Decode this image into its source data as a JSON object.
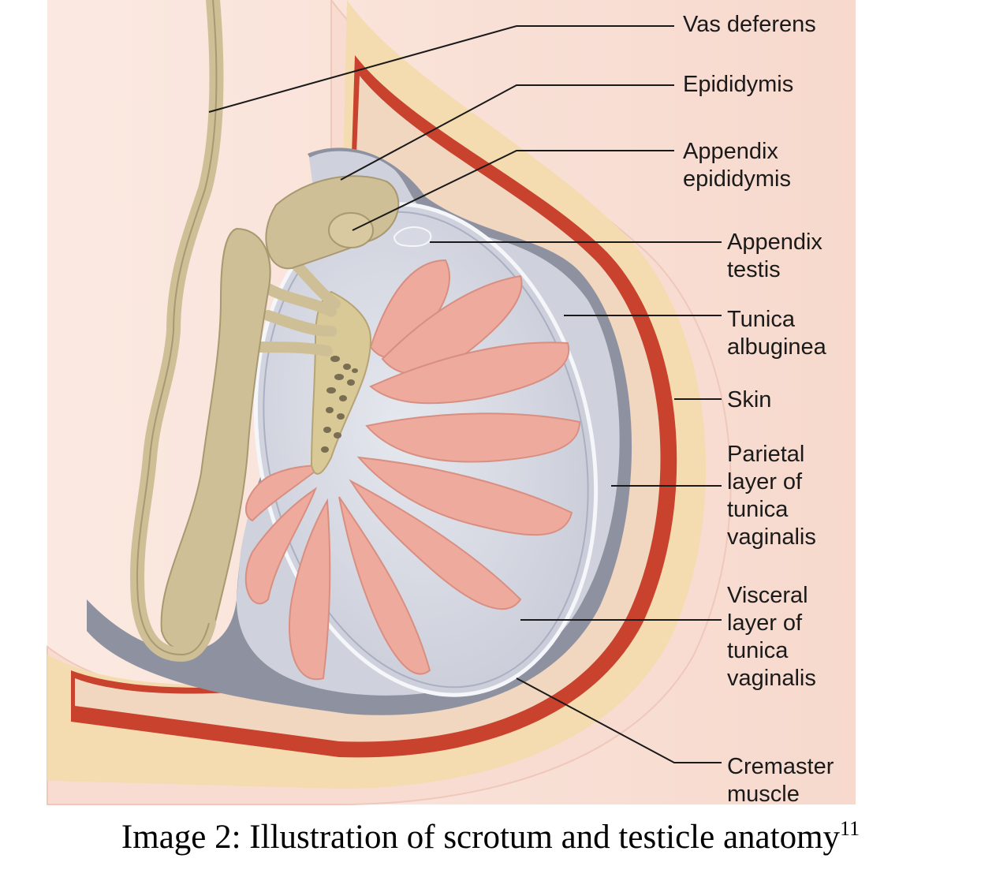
{
  "labels": {
    "vas_deferens": "Vas deferens",
    "epididymis": "Epididymis",
    "appendix_epididymis": [
      "Appendix",
      "epididymis"
    ],
    "appendix_testis": [
      "Appendix",
      "testis"
    ],
    "tunica_albuginea": [
      "Tunica",
      "albuginea"
    ],
    "skin": "Skin",
    "parietal_layer": [
      "Parietal",
      "layer of",
      "tunica",
      "vaginalis"
    ],
    "visceral_layer": [
      "Visceral",
      "layer of",
      "tunica",
      "vaginalis"
    ],
    "cremaster_muscle": [
      "Cremaster",
      "muscle"
    ]
  },
  "caption": {
    "text": "Image 2: Illustration of scrotum and testicle anatomy",
    "superscript": "11"
  },
  "colors": {
    "skin": "#f8dcd2",
    "fat_layer": "#f4dcb0",
    "cremaster": "#c8422e",
    "cavity": "#8a8f9e",
    "visceral": "#d6d9e3",
    "lobule": "#eeaa9c",
    "epididymis": "#cfbf96",
    "rete_testis": "#d9c996"
  }
}
